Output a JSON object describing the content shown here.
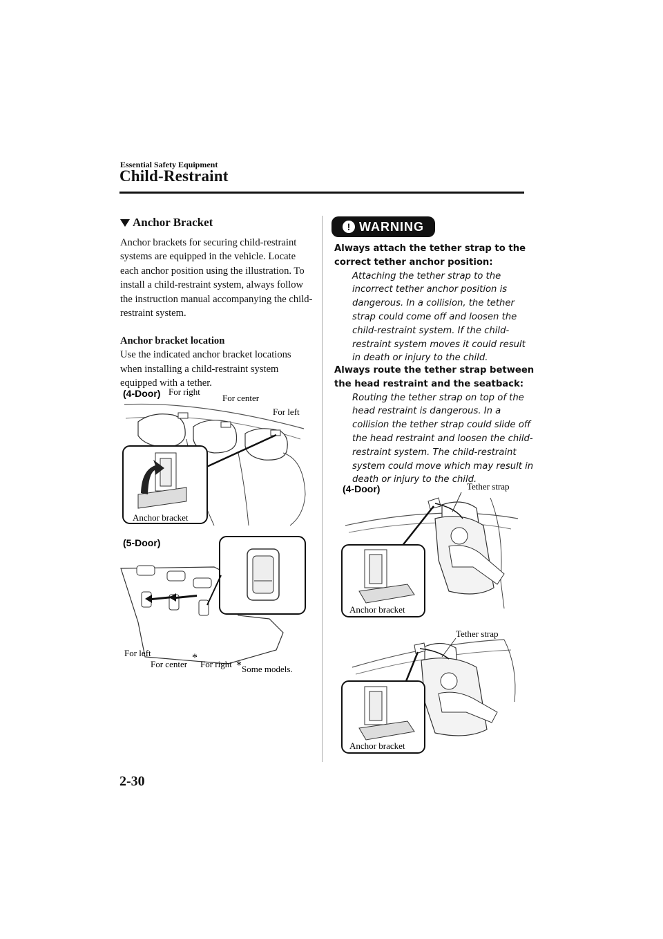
{
  "header": {
    "section": "Essential Safety Equipment",
    "title": "Child-Restraint"
  },
  "left": {
    "heading": "Anchor Bracket",
    "intro": "Anchor brackets for securing child-restraint systems are equipped in the vehicle. Locate each anchor position using the illustration. To install a child-restraint system, always follow the instruction manual accompanying the child-restraint system.",
    "location_heading": "Anchor bracket location",
    "location_text": "Use the indicated anchor bracket locations when installing a child-restraint system equipped with a tether."
  },
  "fig1": {
    "variant": "(4-Door)",
    "for_right": "For right",
    "for_center": "For center",
    "for_left": "For left",
    "anchor_bracket": "Anchor bracket"
  },
  "fig2": {
    "variant": "(5-Door)",
    "for_left": "For left",
    "for_center": "For center",
    "asterisk": "*",
    "for_right": "For right",
    "some_models": "Some models."
  },
  "warning": {
    "badge": "WARNING",
    "w1_head": "Always attach the tether strap to the correct tether anchor position:",
    "w1_body": "Attaching the tether strap to the incorrect tether anchor position is dangerous. In a collision, the tether strap could come off and loosen the child-restraint system. If the child-restraint system moves it could result in death or injury to the child.",
    "w2_head": "Always route the tether strap between the head restraint and the seatback:",
    "w2_body": "Routing the tether strap on top of the head restraint is dangerous. In a collision the tether strap could slide off the head restraint and loosen the child-restraint system. The child-restraint system could move which may result in death or injury to the child."
  },
  "fig3": {
    "variant": "(4-Door)",
    "tether_strap": "Tether strap",
    "anchor_bracket": "Anchor bracket"
  },
  "fig4": {
    "tether_strap": "Tether strap",
    "anchor_bracket": "Anchor bracket"
  },
  "footer": {
    "page": "2-30"
  }
}
